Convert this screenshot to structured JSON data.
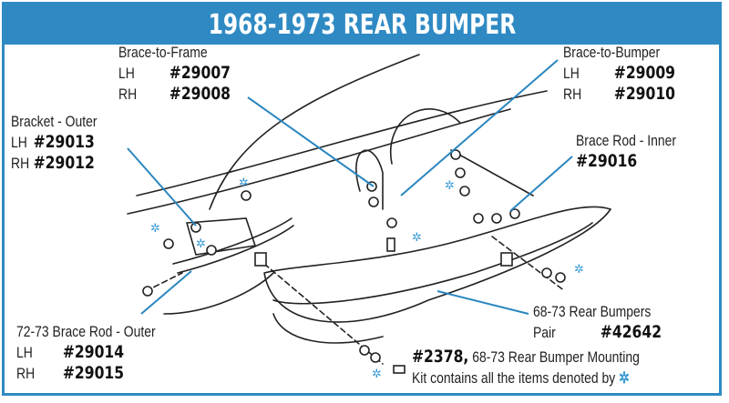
{
  "title": "1968-1973 REAR BUMPER",
  "callouts": {
    "brace_to_frame": {
      "name": "Brace-to-Frame",
      "lh_label": "LH",
      "lh_part": "#29007",
      "rh_label": "RH",
      "rh_part": "#29008"
    },
    "brace_to_bumper": {
      "name": "Brace-to-Bumper",
      "lh_label": "LH",
      "lh_part": "#29009",
      "rh_label": "RH",
      "rh_part": "#29010"
    },
    "bracket_outer": {
      "name": "Bracket - Outer",
      "lh_label": "LH",
      "lh_part": "#29013",
      "rh_label": "RH",
      "rh_part": "#29012"
    },
    "brace_rod_inner": {
      "name": "Brace Rod - Inner",
      "part": "#29016"
    },
    "brace_rod_outer": {
      "name": "72-73 Brace Rod - Outer",
      "lh_label": "LH",
      "lh_part": "#29014",
      "rh_label": "RH",
      "rh_part": "#29015"
    },
    "rear_bumpers": {
      "name": "68-73 Rear Bumpers",
      "qty": "Pair",
      "part": "#42642"
    },
    "mounting_kit": {
      "part": "#2378,",
      "name": "68-73 Rear Bumper Mounting",
      "note": "Kit contains all the items denoted by",
      "symbol": "✲"
    }
  },
  "colors": {
    "accent": "#2f8ac4",
    "leader": "#2a86bf"
  }
}
